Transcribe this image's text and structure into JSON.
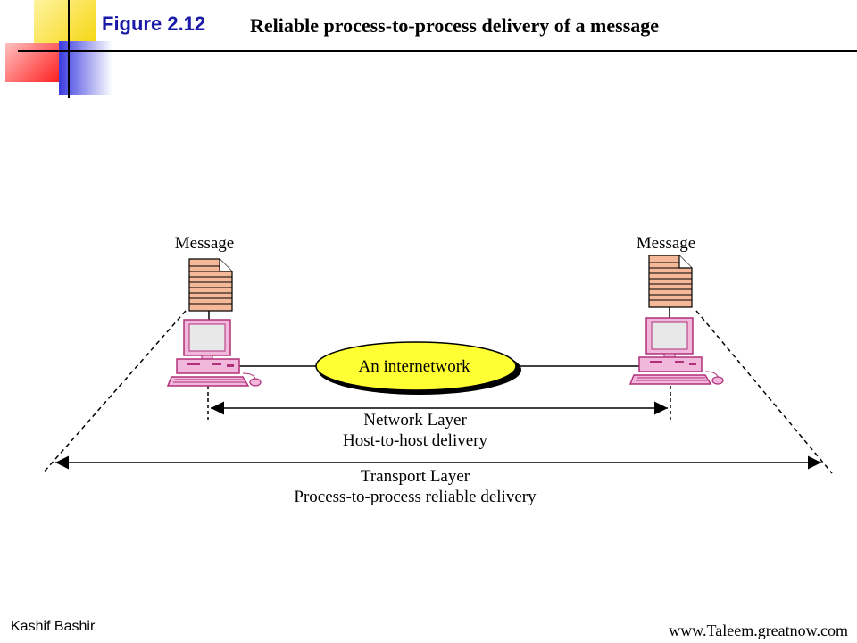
{
  "header": {
    "figure_label": "Figure 2.12",
    "caption": "Reliable process-to-process delivery of a message"
  },
  "diagram": {
    "left_message_label": "Message",
    "right_message_label": "Message",
    "cloud_label": "An internetwork",
    "network_layer": {
      "line1": "Network Layer",
      "line2": "Host-to-host delivery"
    },
    "transport_layer": {
      "line1": "Transport Layer",
      "line2": "Process-to-process reliable delivery"
    }
  },
  "footer": {
    "author": "Kashif Bashir",
    "website": "www.Taleem.greatnow.com"
  },
  "colors": {
    "figure_label": "#1a1aa8",
    "document_fill": "#f5b99a",
    "cloud_fill": "#ffff33",
    "computer_fill": "#f2b8dc",
    "computer_outline": "#b0307a"
  }
}
